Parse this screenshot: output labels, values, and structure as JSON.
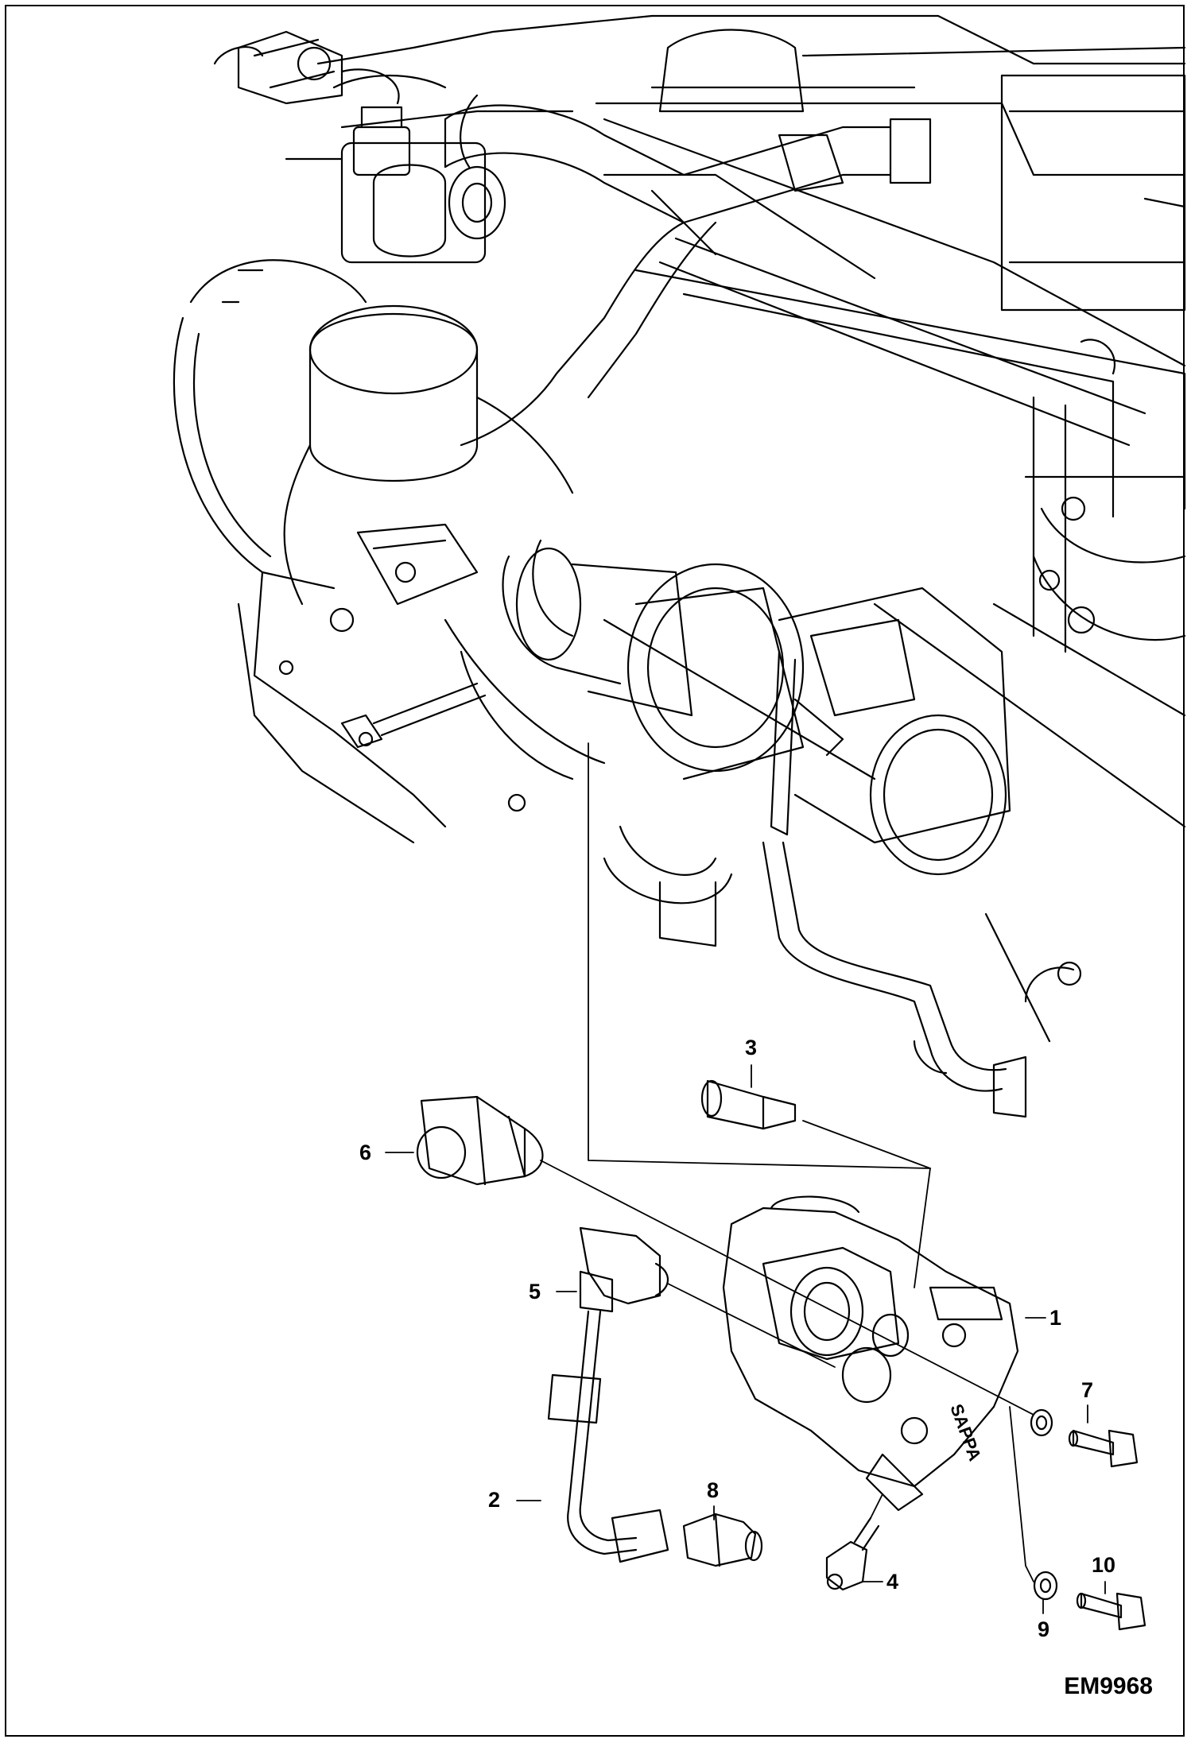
{
  "figure": {
    "id": "EM9968"
  },
  "callouts": [
    "1",
    "2",
    "3",
    "4",
    "5",
    "6",
    "7",
    "8",
    "9",
    "10"
  ],
  "colors": {
    "line": "#000000",
    "background": "#ffffff"
  },
  "pump_marking": "SAPPA"
}
